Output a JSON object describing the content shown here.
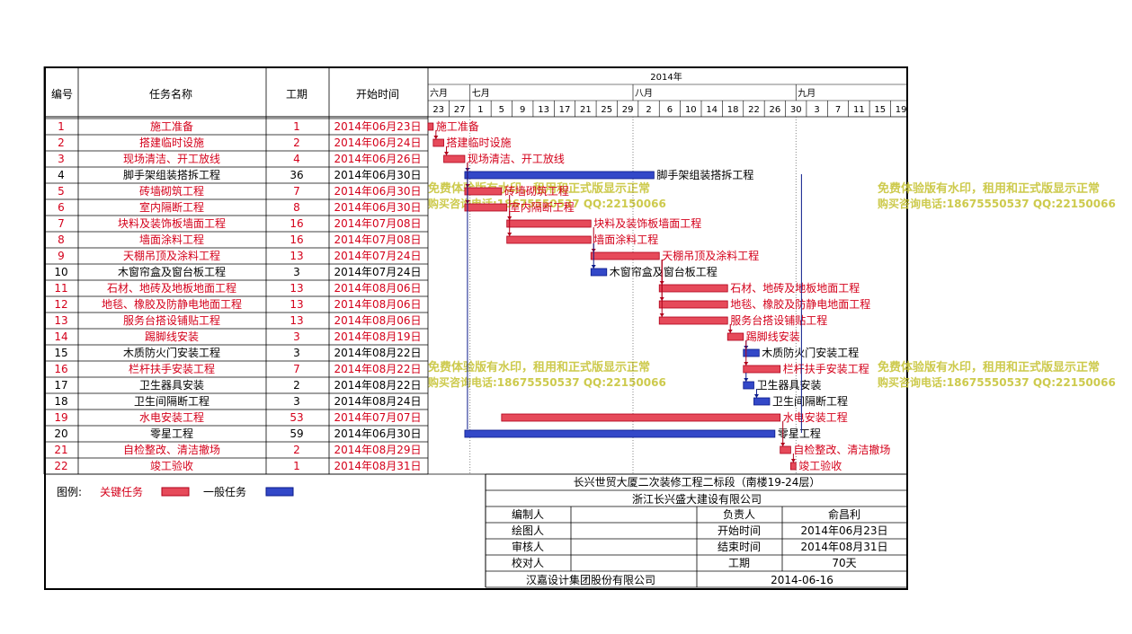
{
  "header": {
    "col_id": "编号",
    "col_name": "任务名称",
    "col_duration": "工期",
    "col_start": "开始时间",
    "year": "2014年",
    "months": [
      "六月",
      "七月",
      "八月",
      "九月"
    ],
    "days": [
      "23",
      "27",
      "1",
      "5",
      "9",
      "13",
      "17",
      "21",
      "25",
      "29",
      "2",
      "6",
      "10",
      "14",
      "18",
      "22",
      "26",
      "30",
      "3",
      "7",
      "11",
      "15",
      "19"
    ]
  },
  "tasks": [
    {
      "id": "1",
      "name": "施工准备",
      "duration": "1",
      "start": "2014年06月23日",
      "critical": true
    },
    {
      "id": "2",
      "name": "搭建临时设施",
      "duration": "2",
      "start": "2014年06月24日",
      "critical": true
    },
    {
      "id": "3",
      "name": "现场清洁、开工放线",
      "duration": "4",
      "start": "2014年06月26日",
      "critical": true
    },
    {
      "id": "4",
      "name": "脚手架组装搭拆工程",
      "duration": "36",
      "start": "2014年06月30日",
      "critical": false
    },
    {
      "id": "5",
      "name": "砖墙砌筑工程",
      "duration": "7",
      "start": "2014年06月30日",
      "critical": true
    },
    {
      "id": "6",
      "name": "室内隔断工程",
      "duration": "8",
      "start": "2014年06月30日",
      "critical": true
    },
    {
      "id": "7",
      "name": "块料及装饰板墙面工程",
      "duration": "16",
      "start": "2014年07月08日",
      "critical": true
    },
    {
      "id": "8",
      "name": "墙面涂料工程",
      "duration": "16",
      "start": "2014年07月08日",
      "critical": true
    },
    {
      "id": "9",
      "name": "天棚吊顶及涂料工程",
      "duration": "13",
      "start": "2014年07月24日",
      "critical": true
    },
    {
      "id": "10",
      "name": "木窗帘盒及窗台板工程",
      "duration": "3",
      "start": "2014年07月24日",
      "critical": false
    },
    {
      "id": "11",
      "name": "石材、地砖及地板地面工程",
      "duration": "13",
      "start": "2014年08月06日",
      "critical": true
    },
    {
      "id": "12",
      "name": "地毯、橡胶及防静电地面工程",
      "duration": "13",
      "start": "2014年08月06日",
      "critical": true
    },
    {
      "id": "13",
      "name": "服务台搭设铺贴工程",
      "duration": "13",
      "start": "2014年08月06日",
      "critical": true
    },
    {
      "id": "14",
      "name": "踢脚线安装",
      "duration": "3",
      "start": "2014年08月19日",
      "critical": true
    },
    {
      "id": "15",
      "name": "木质防火门安装工程",
      "duration": "3",
      "start": "2014年08月22日",
      "critical": false
    },
    {
      "id": "16",
      "name": "栏杆扶手安装工程",
      "duration": "7",
      "start": "2014年08月22日",
      "critical": true
    },
    {
      "id": "17",
      "name": "卫生器具安装",
      "duration": "2",
      "start": "2014年08月22日",
      "critical": false
    },
    {
      "id": "18",
      "name": "卫生间隔断工程",
      "duration": "3",
      "start": "2014年08月24日",
      "critical": false
    },
    {
      "id": "19",
      "name": "水电安装工程",
      "duration": "53",
      "start": "2014年07月07日",
      "critical": true
    },
    {
      "id": "20",
      "name": "零星工程",
      "duration": "59",
      "start": "2014年06月30日",
      "critical": false
    },
    {
      "id": "21",
      "name": "自检整改、清洁撤场",
      "duration": "2",
      "start": "2014年08月29日",
      "critical": true
    },
    {
      "id": "22",
      "name": "竣工验收",
      "duration": "1",
      "start": "2014年08月31日",
      "critical": true
    }
  ],
  "chart_data": {
    "type": "gantt",
    "x_axis_start": "2014-06-23",
    "x_axis_end": "2014-09-21",
    "bars": [
      {
        "task": "施工准备",
        "start": "2014-06-23",
        "days": 1,
        "critical": true
      },
      {
        "task": "搭建临时设施",
        "start": "2014-06-24",
        "days": 2,
        "critical": true
      },
      {
        "task": "现场清洁、开工放线",
        "start": "2014-06-26",
        "days": 4,
        "critical": true
      },
      {
        "task": "脚手架组装搭拆工程",
        "start": "2014-06-30",
        "days": 36,
        "critical": false
      },
      {
        "task": "砖墙砌筑工程",
        "start": "2014-06-30",
        "days": 7,
        "critical": true
      },
      {
        "task": "室内隔断工程",
        "start": "2014-06-30",
        "days": 8,
        "critical": true
      },
      {
        "task": "块料及装饰板墙面工程",
        "start": "2014-07-08",
        "days": 16,
        "critical": true
      },
      {
        "task": "墙面涂料工程",
        "start": "2014-07-08",
        "days": 16,
        "critical": true
      },
      {
        "task": "天棚吊顶及涂料工程",
        "start": "2014-07-24",
        "days": 13,
        "critical": true
      },
      {
        "task": "木窗帘盒及窗台板工程",
        "start": "2014-07-24",
        "days": 3,
        "critical": false
      },
      {
        "task": "石材、地砖及地板地面工程",
        "start": "2014-08-06",
        "days": 13,
        "critical": true
      },
      {
        "task": "地毯、橡胶及防静电地面工程",
        "start": "2014-08-06",
        "days": 13,
        "critical": true
      },
      {
        "task": "服务台搭设铺贴工程",
        "start": "2014-08-06",
        "days": 13,
        "critical": true
      },
      {
        "task": "踢脚线安装",
        "start": "2014-08-19",
        "days": 3,
        "critical": true
      },
      {
        "task": "木质防火门安装工程",
        "start": "2014-08-22",
        "days": 3,
        "critical": false
      },
      {
        "task": "栏杆扶手安装工程",
        "start": "2014-08-22",
        "days": 7,
        "critical": true
      },
      {
        "task": "卫生器具安装",
        "start": "2014-08-22",
        "days": 2,
        "critical": false
      },
      {
        "task": "卫生间隔断工程",
        "start": "2014-08-24",
        "days": 3,
        "critical": false
      },
      {
        "task": "水电安装工程",
        "start": "2014-07-07",
        "days": 53,
        "critical": true
      },
      {
        "task": "零星工程",
        "start": "2014-06-30",
        "days": 59,
        "critical": false
      },
      {
        "task": "自检整改、清洁撤场",
        "start": "2014-08-29",
        "days": 2,
        "critical": true
      },
      {
        "task": "竣工验收",
        "start": "2014-08-31",
        "days": 1,
        "critical": true
      }
    ]
  },
  "legend": {
    "label": "图例:",
    "critical": "关键任务",
    "normal": "一般任务"
  },
  "colors": {
    "critical_fill": "#e64a5a",
    "critical_stroke": "#b0001a",
    "normal_fill": "#3348c8",
    "normal_stroke": "#0a1a8a",
    "critical_text": "#d4001a",
    "normal_text": "#000000",
    "watermark": "#c8c43a"
  },
  "title_block": {
    "project": "长兴世贸大厦二次装修工程二标段（南楼19-24层）",
    "company": "浙江长兴盛大建设有限公司",
    "rows": [
      [
        "编制人",
        "",
        "负责人",
        "俞昌利"
      ],
      [
        "绘图人",
        "",
        "开始时间",
        "2014年06月23日"
      ],
      [
        "审核人",
        "",
        "结束时间",
        "2014年08月31日"
      ],
      [
        "校对人",
        "",
        "工期",
        "70天"
      ]
    ],
    "footer_left": "汉嘉设计集团股份有限公司",
    "footer_right": "2014-06-16"
  },
  "watermark": {
    "line1": "免费体验版有水印，租用和正式版显示正常",
    "line2": "购买咨询电话:18675550537 QQ:22150066"
  }
}
